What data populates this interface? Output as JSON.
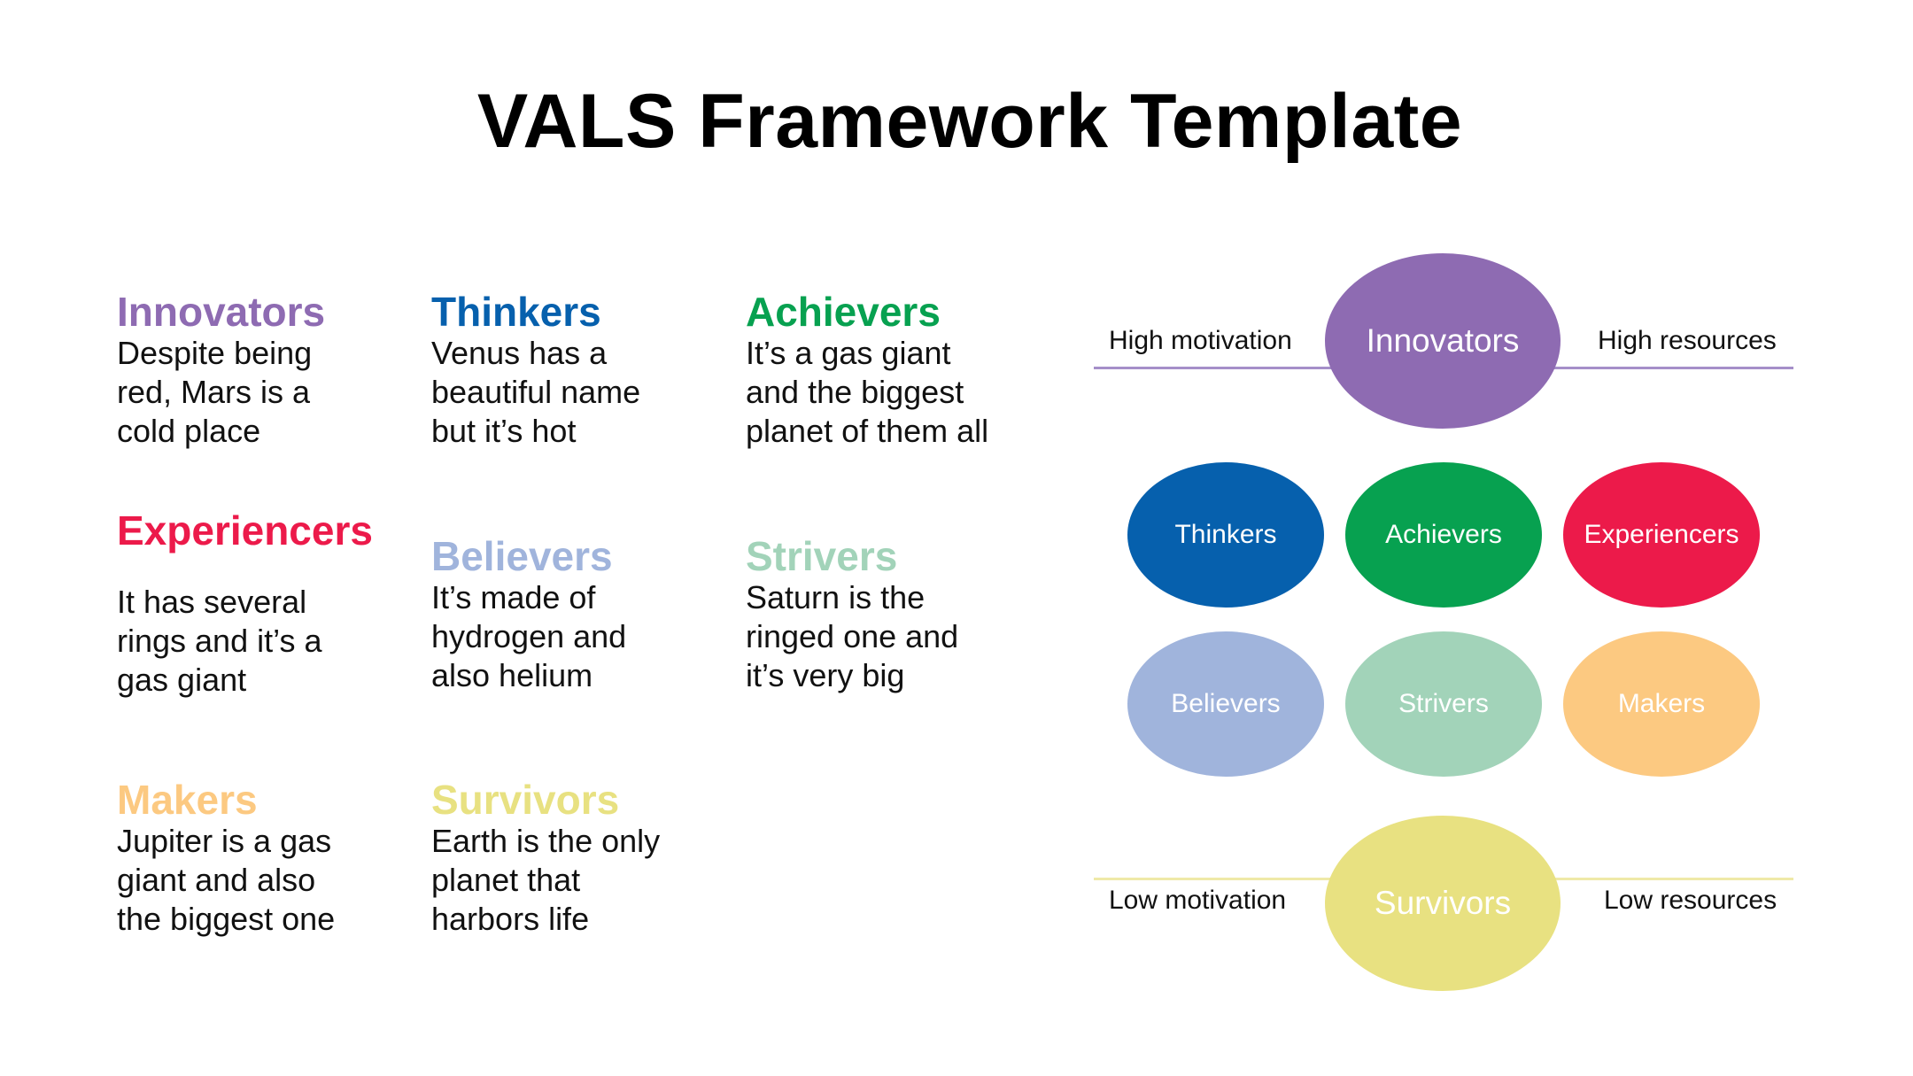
{
  "title": "VALS Framework Template",
  "colors": {
    "innovators": "#8e6bb2",
    "thinkers": "#0660ad",
    "achievers": "#07a150",
    "experiencers": "#ec1a4a",
    "believers": "#a0b4dc",
    "strivers": "#a2d3b9",
    "makers": "#fcc981",
    "survivors": "#e8e181"
  },
  "cards": [
    {
      "key": "innovators",
      "name": "Innovators",
      "desc": [
        "Despite being",
        "red, Mars is a",
        "cold place"
      ]
    },
    {
      "key": "thinkers",
      "name": "Thinkers",
      "desc": [
        "Venus has a",
        "beautiful name",
        "but it’s hot"
      ]
    },
    {
      "key": "achievers",
      "name": "Achievers",
      "desc": [
        "It’s a gas giant",
        "and the biggest",
        "planet of them all"
      ]
    },
    {
      "key": "experiencers",
      "name": "Experiencers",
      "desc": [
        "It has several",
        "rings and it’s a",
        "gas giant"
      ]
    },
    {
      "key": "believers",
      "name": "Believers",
      "desc": [
        "It’s made of",
        "hydrogen and",
        "also helium"
      ]
    },
    {
      "key": "strivers",
      "name": "Strivers",
      "desc": [
        "Saturn is  the",
        "ringed one and",
        "it’s very big"
      ]
    },
    {
      "key": "makers",
      "name": "Makers",
      "desc": [
        "Jupiter is a gas",
        "giant and also",
        "the biggest one"
      ]
    },
    {
      "key": "survivors",
      "name": "Survivors",
      "desc": [
        "Earth is the only",
        "planet that",
        "harbors life"
      ]
    }
  ],
  "diagram": {
    "top": {
      "left_label": "High motivation",
      "center": "Innovators",
      "right_label": "High resources"
    },
    "row1": [
      "Thinkers",
      "Achievers",
      "Experiencers"
    ],
    "row2": [
      "Believers",
      "Strivers",
      "Makers"
    ],
    "bottom": {
      "left_label": "Low motivation",
      "center": "Survivors",
      "right_label": "Low resources"
    }
  }
}
